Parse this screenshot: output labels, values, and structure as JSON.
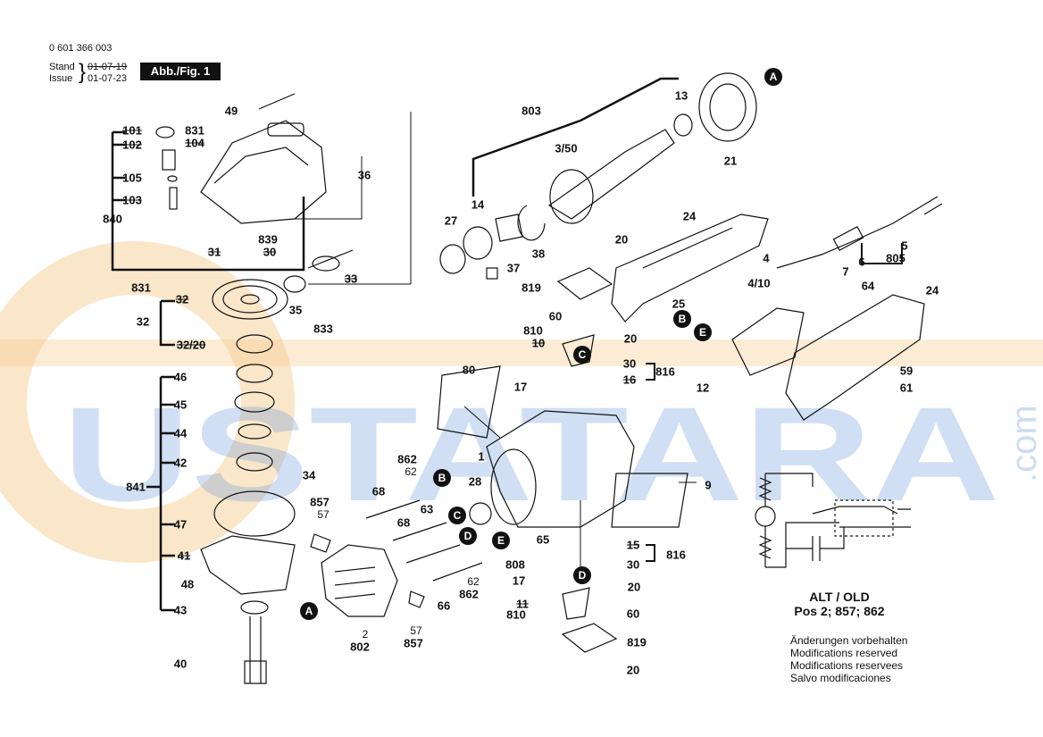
{
  "header": {
    "part_no": "0 601 366 003",
    "stand_label": "Stand",
    "stand_date": "01-07-19",
    "issue_label": "Issue",
    "issue_date": "01-07-23",
    "figure_label": "Abb./Fig. 1"
  },
  "watermark": {
    "text": "USTATARA",
    "suffix": ".com",
    "color": "#5b8fd6",
    "accent": "#f5c98a"
  },
  "part_labels": [
    {
      "id": "49",
      "t": "49"
    },
    {
      "id": "831a",
      "t": "831"
    },
    {
      "id": "101",
      "t": "101",
      "strike": true
    },
    {
      "id": "102",
      "t": "102",
      "strike": true
    },
    {
      "id": "104",
      "t": "104",
      "strike": true
    },
    {
      "id": "105",
      "t": "105"
    },
    {
      "id": "103",
      "t": "103",
      "strike": true
    },
    {
      "id": "840",
      "t": "840"
    },
    {
      "id": "36",
      "t": "36"
    },
    {
      "id": "839",
      "t": "839"
    },
    {
      "id": "31",
      "t": "31",
      "strike": true
    },
    {
      "id": "30a",
      "t": "30",
      "strike": true
    },
    {
      "id": "831b",
      "t": "831"
    },
    {
      "id": "32a",
      "t": "32",
      "strike": true
    },
    {
      "id": "32b",
      "t": "32"
    },
    {
      "id": "3220",
      "t": "32/20",
      "strike": true
    },
    {
      "id": "33",
      "t": "33",
      "strike": true
    },
    {
      "id": "35",
      "t": "35"
    },
    {
      "id": "833",
      "t": "833"
    },
    {
      "id": "46",
      "t": "46"
    },
    {
      "id": "45",
      "t": "45"
    },
    {
      "id": "44",
      "t": "44"
    },
    {
      "id": "42",
      "t": "42"
    },
    {
      "id": "34",
      "t": "34"
    },
    {
      "id": "841",
      "t": "841"
    },
    {
      "id": "47",
      "t": "47"
    },
    {
      "id": "41",
      "t": "41",
      "strike": true
    },
    {
      "id": "48",
      "t": "48"
    },
    {
      "id": "43",
      "t": "43"
    },
    {
      "id": "40",
      "t": "40"
    },
    {
      "id": "803",
      "t": "803"
    },
    {
      "id": "13",
      "t": "13"
    },
    {
      "id": "350",
      "t": "3/50"
    },
    {
      "id": "21",
      "t": "21"
    },
    {
      "id": "14",
      "t": "14"
    },
    {
      "id": "27",
      "t": "27"
    },
    {
      "id": "37",
      "t": "37"
    },
    {
      "id": "38",
      "t": "38"
    },
    {
      "id": "24a",
      "t": "24"
    },
    {
      "id": "20a",
      "t": "20"
    },
    {
      "id": "5",
      "t": "5"
    },
    {
      "id": "805",
      "t": "805"
    },
    {
      "id": "6",
      "t": "6"
    },
    {
      "id": "4",
      "t": "4"
    },
    {
      "id": "410",
      "t": "4/10"
    },
    {
      "id": "7",
      "t": "7"
    },
    {
      "id": "64",
      "t": "64"
    },
    {
      "id": "24b",
      "t": "24"
    },
    {
      "id": "819a",
      "t": "819"
    },
    {
      "id": "25",
      "t": "25"
    },
    {
      "id": "60a",
      "t": "60"
    },
    {
      "id": "810a",
      "t": "810"
    },
    {
      "id": "10a",
      "t": "10",
      "strike": true
    },
    {
      "id": "20b",
      "t": "20"
    },
    {
      "id": "30b",
      "t": "30"
    },
    {
      "id": "816a",
      "t": "816"
    },
    {
      "id": "16a",
      "t": "16",
      "strike": true
    },
    {
      "id": "80",
      "t": "80"
    },
    {
      "id": "17a",
      "t": "17"
    },
    {
      "id": "12",
      "t": "12"
    },
    {
      "id": "59",
      "t": "59"
    },
    {
      "id": "61",
      "t": "61"
    },
    {
      "id": "1",
      "t": "1"
    },
    {
      "id": "862a",
      "t": "862"
    },
    {
      "id": "62a",
      "t": "62"
    },
    {
      "id": "68a",
      "t": "68"
    },
    {
      "id": "28",
      "t": "28"
    },
    {
      "id": "9",
      "t": "9"
    },
    {
      "id": "857a",
      "t": "857"
    },
    {
      "id": "57a",
      "t": "57"
    },
    {
      "id": "68b",
      "t": "68"
    },
    {
      "id": "63",
      "t": "63"
    },
    {
      "id": "65",
      "t": "65"
    },
    {
      "id": "15",
      "t": "15",
      "strike": true
    },
    {
      "id": "816b",
      "t": "816"
    },
    {
      "id": "808",
      "t": "808"
    },
    {
      "id": "30c",
      "t": "30"
    },
    {
      "id": "17b",
      "t": "17"
    },
    {
      "id": "62b",
      "t": "62"
    },
    {
      "id": "862b",
      "t": "862"
    },
    {
      "id": "20c",
      "t": "20"
    },
    {
      "id": "66",
      "t": "66"
    },
    {
      "id": "810b",
      "t": "810"
    },
    {
      "id": "11",
      "t": "11",
      "strike": true
    },
    {
      "id": "60b",
      "t": "60"
    },
    {
      "id": "2",
      "t": "2"
    },
    {
      "id": "802",
      "t": "802"
    },
    {
      "id": "57b",
      "t": "57"
    },
    {
      "id": "857b",
      "t": "857"
    },
    {
      "id": "819b",
      "t": "819"
    },
    {
      "id": "20d",
      "t": "20"
    }
  ],
  "markers": [
    {
      "id": "A1",
      "t": "A"
    },
    {
      "id": "A2",
      "t": "A"
    },
    {
      "id": "B1",
      "t": "B"
    },
    {
      "id": "B2",
      "t": "B"
    },
    {
      "id": "C1",
      "t": "C"
    },
    {
      "id": "C2",
      "t": "C"
    },
    {
      "id": "D1",
      "t": "D"
    },
    {
      "id": "D2",
      "t": "D"
    },
    {
      "id": "E1",
      "t": "E"
    },
    {
      "id": "E2",
      "t": "E"
    }
  ],
  "alt_note": {
    "line1": "ALT / OLD",
    "line2": "Pos 2; 857; 862"
  },
  "modification_notes": [
    "Änderungen vorbehalten",
    "Modifications reserved",
    "Modifications reservees",
    "Salvo modificaciones"
  ]
}
